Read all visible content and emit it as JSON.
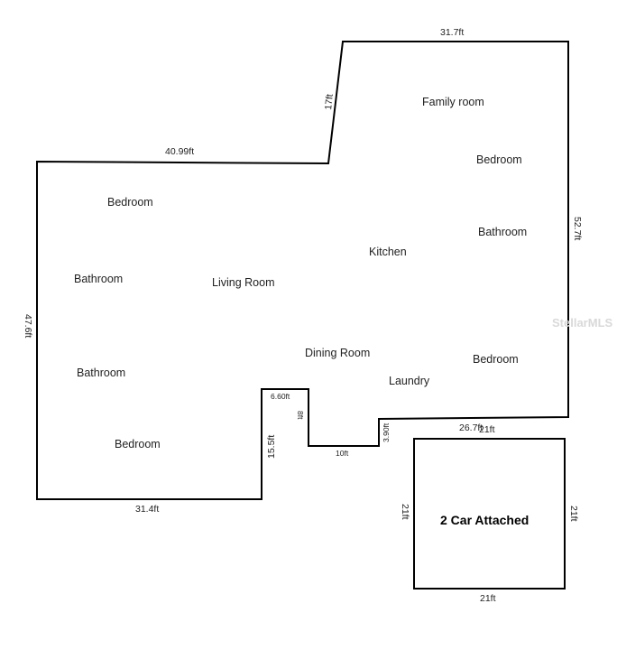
{
  "rooms": {
    "family_room": "Family room",
    "bedroom_east_upper": "Bedroom",
    "bathroom_east": "Bathroom",
    "kitchen": "Kitchen",
    "bedroom_west_upper": "Bedroom",
    "bathroom_west_upper": "Bathroom",
    "living_room": "Living Room",
    "dining_room": "Dining Room",
    "bedroom_east_lower": "Bedroom",
    "bathroom_west_lower": "Bathroom",
    "laundry": "Laundry",
    "bedroom_west_lower": "Bedroom"
  },
  "dimensions": {
    "top_right": "31.7ft",
    "angled_wall": "17ft",
    "top_left": "40.99ft",
    "right_side": "52.7ft",
    "left_side": "47.6ft",
    "notch_top": "6.60ft",
    "notch_side": "8ft",
    "notch_bottom": "10ft",
    "step_side": "3.90ft",
    "bottom_right": "26.7ft",
    "bottom_left": "31.4ft",
    "inner_left": "15.5ft"
  },
  "garage": {
    "title": "2 Car Attached",
    "top": "21ft",
    "left": "21ft",
    "right": "21ft",
    "bottom": "21ft"
  },
  "watermark": "StellarMLS"
}
